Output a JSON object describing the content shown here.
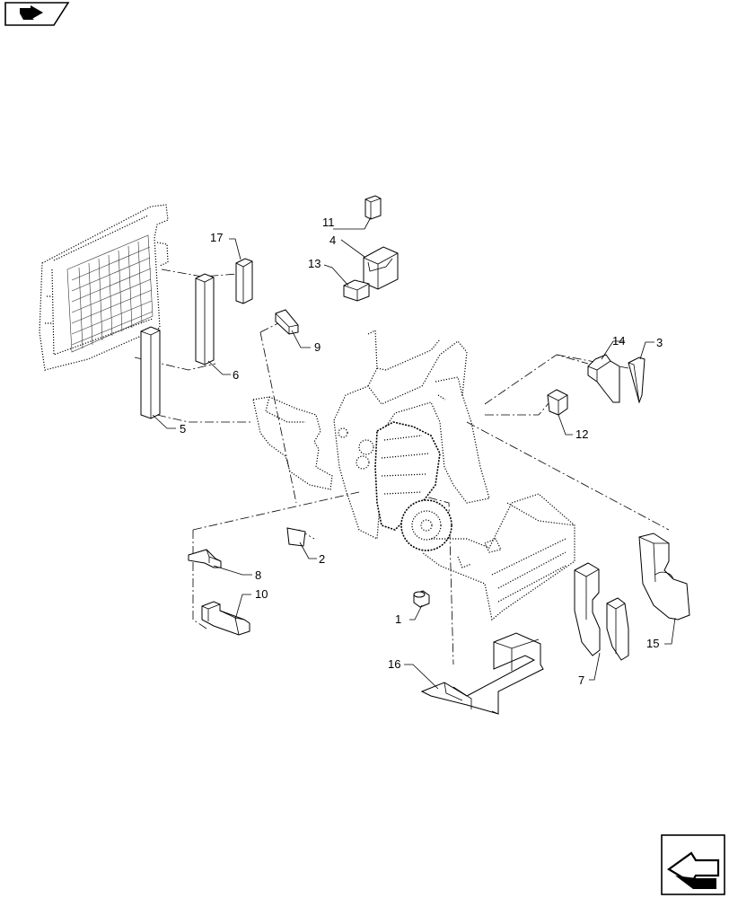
{
  "page": {
    "title": ""
  },
  "corner_icons": {
    "top_left": "book-arrow-icon",
    "bottom_right": "next-page-arrow-icon"
  },
  "callouts": [
    {
      "number": "1",
      "part": "plug"
    },
    {
      "number": "2",
      "part": "pad"
    },
    {
      "number": "3",
      "part": "foam-strip"
    },
    {
      "number": "4",
      "part": "channel-block"
    },
    {
      "number": "5",
      "part": "long-foam-bar"
    },
    {
      "number": "6",
      "part": "long-foam-bar"
    },
    {
      "number": "7",
      "part": "side-insulation-pair"
    },
    {
      "number": "8",
      "part": "small-bracket"
    },
    {
      "number": "9",
      "part": "wedge-block"
    },
    {
      "number": "10",
      "part": "l-foam-block"
    },
    {
      "number": "11",
      "part": "small-block"
    },
    {
      "number": "12",
      "part": "corner-block"
    },
    {
      "number": "13",
      "part": "step-block"
    },
    {
      "number": "14",
      "part": "seal-block"
    },
    {
      "number": "15",
      "part": "side-panel-seal"
    },
    {
      "number": "16",
      "part": "u-frame-seal"
    },
    {
      "number": "17",
      "part": "short-foam-bar"
    }
  ]
}
